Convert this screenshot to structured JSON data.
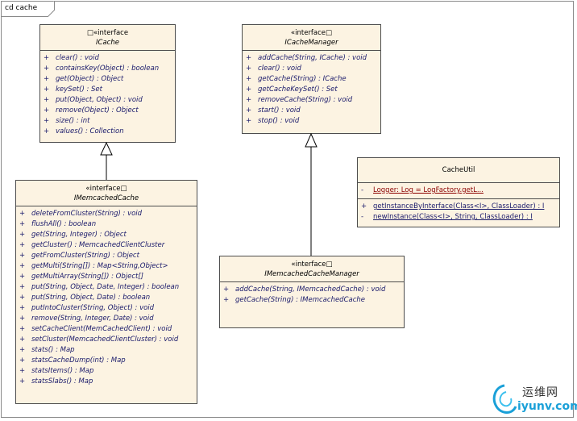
{
  "frame": {
    "title": "cd cache"
  },
  "classes": {
    "icache": {
      "stereotype": "□«interface",
      "name": "ICache",
      "ops": [
        {
          "vis": "+",
          "sig": "clear() : void"
        },
        {
          "vis": "+",
          "sig": "containsKey(Object) : boolean"
        },
        {
          "vis": "+",
          "sig": "get(Object) : Object"
        },
        {
          "vis": "+",
          "sig": "keySet() : Set"
        },
        {
          "vis": "+",
          "sig": "put(Object, Object) : void"
        },
        {
          "vis": "+",
          "sig": "remove(Object) : Object"
        },
        {
          "vis": "+",
          "sig": "size() : int"
        },
        {
          "vis": "+",
          "sig": "values() : Collection"
        }
      ]
    },
    "icachemanager": {
      "stereotype": "«interface□",
      "name": "ICacheManager",
      "ops": [
        {
          "vis": "+",
          "sig": "addCache(String, ICache) : void"
        },
        {
          "vis": "+",
          "sig": "clear() : void"
        },
        {
          "vis": "+",
          "sig": "getCache(String) : ICache"
        },
        {
          "vis": "+",
          "sig": "getCacheKeySet() : Set"
        },
        {
          "vis": "+",
          "sig": "removeCache(String) : void"
        },
        {
          "vis": "+",
          "sig": "start() : void"
        },
        {
          "vis": "+",
          "sig": "stop() : void"
        }
      ]
    },
    "imemcachedcache": {
      "stereotype": "«interface□",
      "name": "IMemcachedCache",
      "ops": [
        {
          "vis": "+",
          "sig": "deleteFromCluster(String) : void"
        },
        {
          "vis": "+",
          "sig": "flushAll() : boolean"
        },
        {
          "vis": "+",
          "sig": "get(String, Integer) : Object"
        },
        {
          "vis": "+",
          "sig": "getCluster() : MemcachedClientCluster"
        },
        {
          "vis": "+",
          "sig": "getFromCluster(String) : Object"
        },
        {
          "vis": "+",
          "sig": "getMulti(String[]) : Map<String,Object>"
        },
        {
          "vis": "+",
          "sig": "getMultiArray(String[]) : Object[]"
        },
        {
          "vis": "+",
          "sig": "put(String, Object, Date, Integer) : boolean"
        },
        {
          "vis": "+",
          "sig": "put(String, Object, Date) : boolean"
        },
        {
          "vis": "+",
          "sig": "putIntoCluster(String, Object) : void"
        },
        {
          "vis": "+",
          "sig": "remove(String, Integer, Date) : void"
        },
        {
          "vis": "+",
          "sig": "setCacheClient(MemCachedClient) : void"
        },
        {
          "vis": "+",
          "sig": "setCluster(MemcachedClientCluster) : void"
        },
        {
          "vis": "+",
          "sig": "stats() : Map"
        },
        {
          "vis": "+",
          "sig": "statsCacheDump(int) : Map"
        },
        {
          "vis": "+",
          "sig": "statsItems() : Map"
        },
        {
          "vis": "+",
          "sig": "statsSlabs() : Map"
        }
      ]
    },
    "imemcachedcachemanager": {
      "stereotype": "«interface□",
      "name": "IMemcachedCacheManager",
      "ops": [
        {
          "vis": "+",
          "sig": "addCache(String, IMemcachedCache) : void"
        },
        {
          "vis": "+",
          "sig": "getCache(String) : IMemcachedCache"
        }
      ]
    },
    "cacheutil": {
      "name": "CacheUtil",
      "attrs": [
        {
          "vis": "-",
          "sig": "Logger:  Log = LogFactory.getL..."
        }
      ],
      "ops": [
        {
          "vis": "+",
          "sig": "getInstanceByInterface(Class<I>, ClassLoader) : I"
        },
        {
          "vis": "-",
          "sig": "newInstance(Class<I>, String, ClassLoader) : I"
        }
      ]
    }
  },
  "watermark": {
    "cn": "运维网",
    "en": "iyunv.com"
  },
  "colors": {
    "class_fill": "#fcf3e2",
    "border": "#4d4d4d",
    "text": "#1a1a6b",
    "attr": "#8b0000"
  }
}
